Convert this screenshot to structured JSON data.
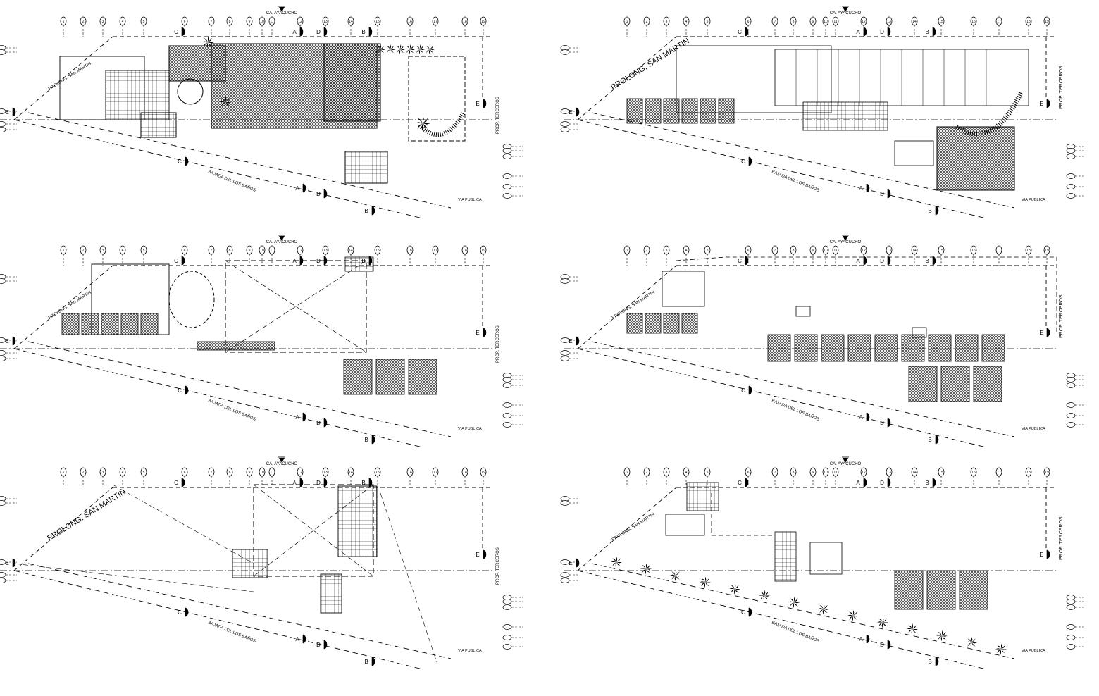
{
  "colors": {
    "background": "#ffffff",
    "ink": "#000000"
  },
  "labels": {
    "street_top": "CA. AYACUCHO",
    "street_left": "PROLONG. SAN MARTIN",
    "street_bottom": "BAJADA DEL LOS BAÑOS",
    "via_publica": "VIA PUBLICA",
    "prop_terceros": "PROP. TERCEROS",
    "prop_terceros_rotated_small": "PROP. TERCEROS"
  },
  "section_marks": [
    "A",
    "B",
    "C",
    "D",
    "E"
  ],
  "grid_axis_numbers": [
    "1",
    "2",
    "3",
    "4",
    "5",
    "6",
    "7",
    "8",
    "9",
    "10",
    "11",
    "12",
    "13",
    "14",
    "15",
    "16",
    "17",
    "18",
    "19"
  ],
  "plans": [
    {
      "id": "plan-1",
      "name": "level-1-plan"
    },
    {
      "id": "plan-2",
      "name": "level-2-plan"
    },
    {
      "id": "plan-3",
      "name": "level-3-plan"
    },
    {
      "id": "plan-4",
      "name": "level-4-plan"
    },
    {
      "id": "plan-5",
      "name": "level-5-plan"
    },
    {
      "id": "plan-6",
      "name": "level-6-plan"
    }
  ],
  "icons": {
    "north": "north-arrow-icon",
    "palm": "palm-tree-icon",
    "section": "section-marker-icon"
  }
}
